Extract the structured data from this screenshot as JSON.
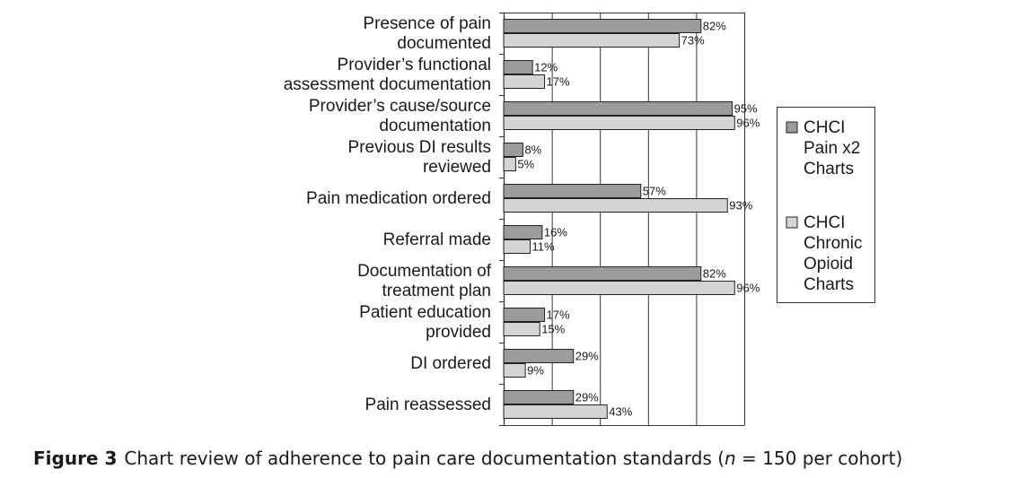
{
  "chart_data": {
    "type": "bar",
    "orientation": "horizontal",
    "categories": [
      [
        "Presence of pain",
        "documented"
      ],
      [
        "Provider’s functional",
        "assessment documentation"
      ],
      [
        "Provider’s cause/source",
        "documentation"
      ],
      [
        "Previous DI results",
        "reviewed"
      ],
      [
        "Pain medication ordered"
      ],
      [
        "Referral made"
      ],
      [
        "Documentation of",
        "treatment plan"
      ],
      [
        "Patient education",
        "provided"
      ],
      [
        "DI ordered"
      ],
      [
        "Pain reassessed"
      ]
    ],
    "series": [
      {
        "name": [
          "CHCI",
          "Pain x2",
          "Charts"
        ],
        "color": "#9b9b9b",
        "values": [
          82,
          12,
          95,
          8,
          57,
          16,
          82,
          17,
          29,
          29
        ],
        "labels": [
          "82%",
          "12%",
          "95%",
          "8%",
          "57%",
          "16%",
          "82%",
          "17%",
          "29%",
          "29%"
        ]
      },
      {
        "name": [
          "CHCI",
          "Chronic",
          "Opioid",
          "Charts"
        ],
        "color": "#d4d4d4",
        "values": [
          73,
          17,
          96,
          5,
          93,
          11,
          96,
          15,
          9,
          43
        ],
        "labels": [
          "73%",
          "17%",
          "96%",
          "5%",
          "93%",
          "11%",
          "96%",
          "15%",
          "9%",
          "43%"
        ]
      }
    ],
    "xlim": [
      0,
      100
    ],
    "grid": true,
    "legend_position": "right",
    "xlabel": "",
    "ylabel": ""
  },
  "caption": {
    "figure_label": "Figure 3",
    "text_before": "Chart review of adherence to pain care documentation standards (",
    "n_symbol": "n",
    "text_after": " = 150 per cohort)"
  }
}
